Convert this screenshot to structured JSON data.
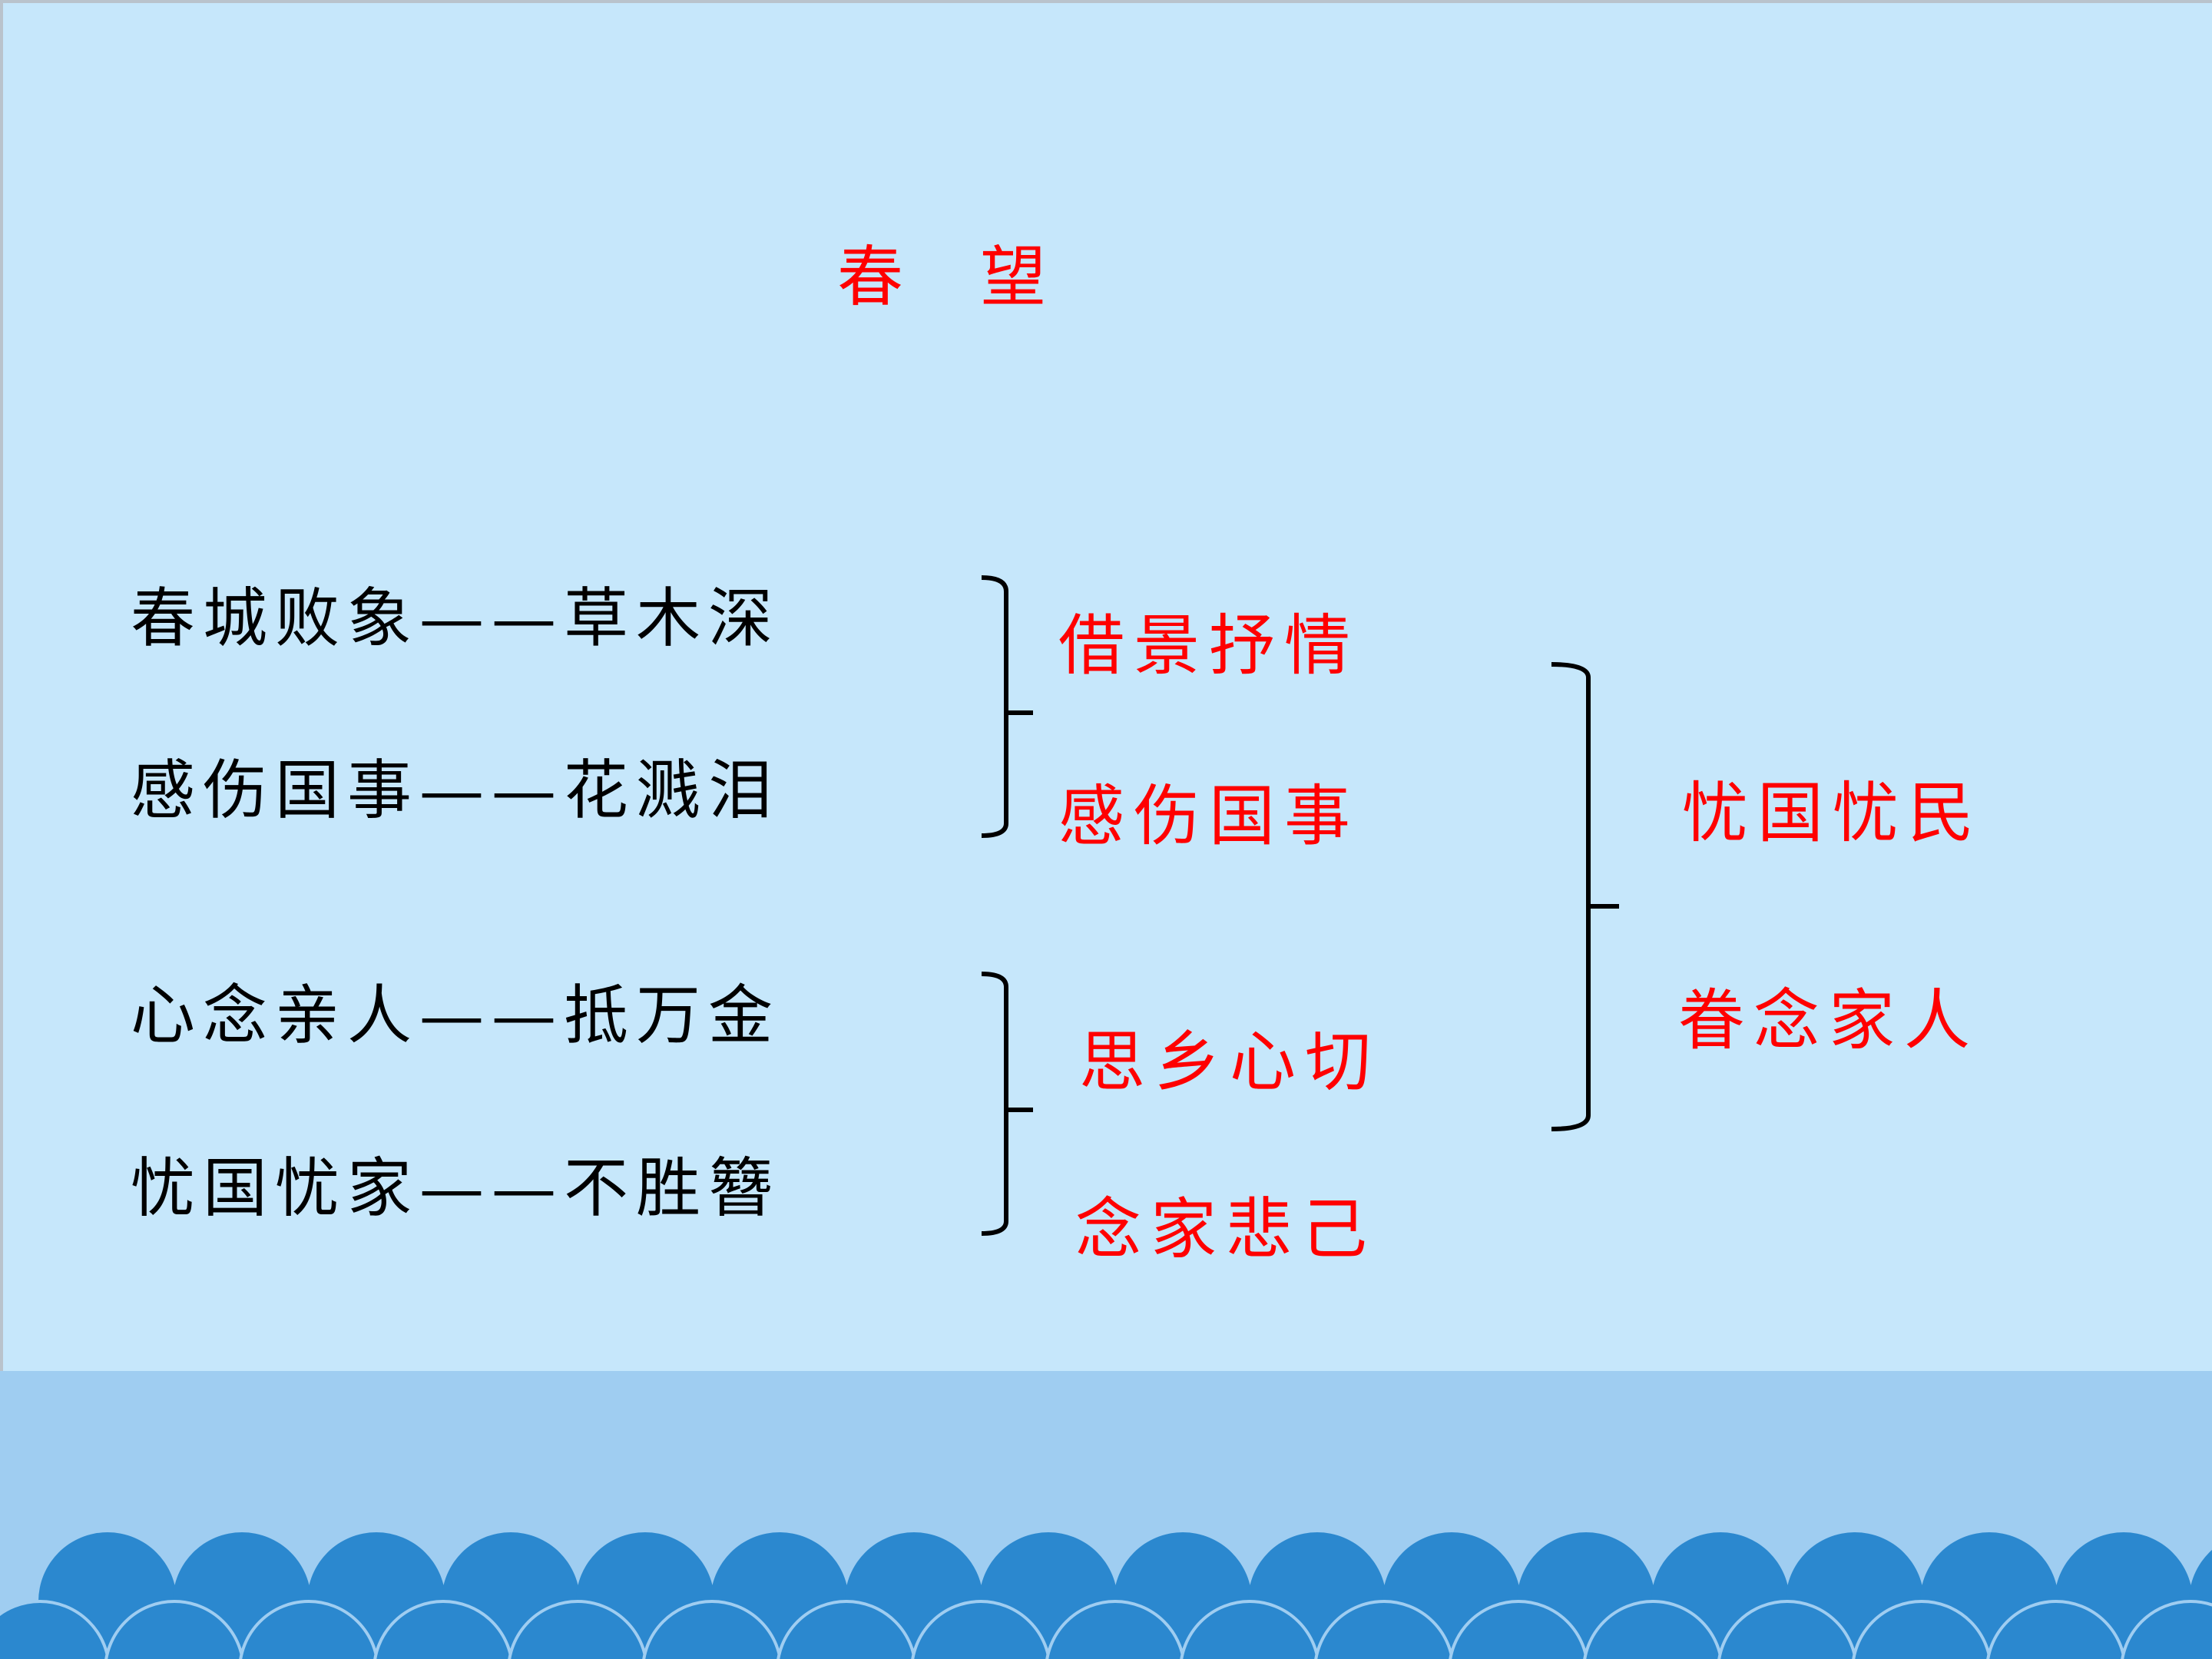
{
  "slide": {
    "title_left": "春",
    "title_right": "望",
    "lines": [
      "春城败象——草木深",
      "感伤国事——花溅泪",
      "心念亲人——抵万金",
      "忧国忧家——不胜簪"
    ],
    "group1": [
      "借景抒情",
      "感伤国事"
    ],
    "group2": [
      "思乡心切",
      "念家悲己"
    ],
    "summary": [
      "忧国忧民",
      "眷念家人"
    ]
  },
  "colors": {
    "background": "#c6e7fb",
    "band": "#9fcdf1",
    "wave": "#2b88cf",
    "accent_text": "#ff0000",
    "body_text": "#000000"
  }
}
